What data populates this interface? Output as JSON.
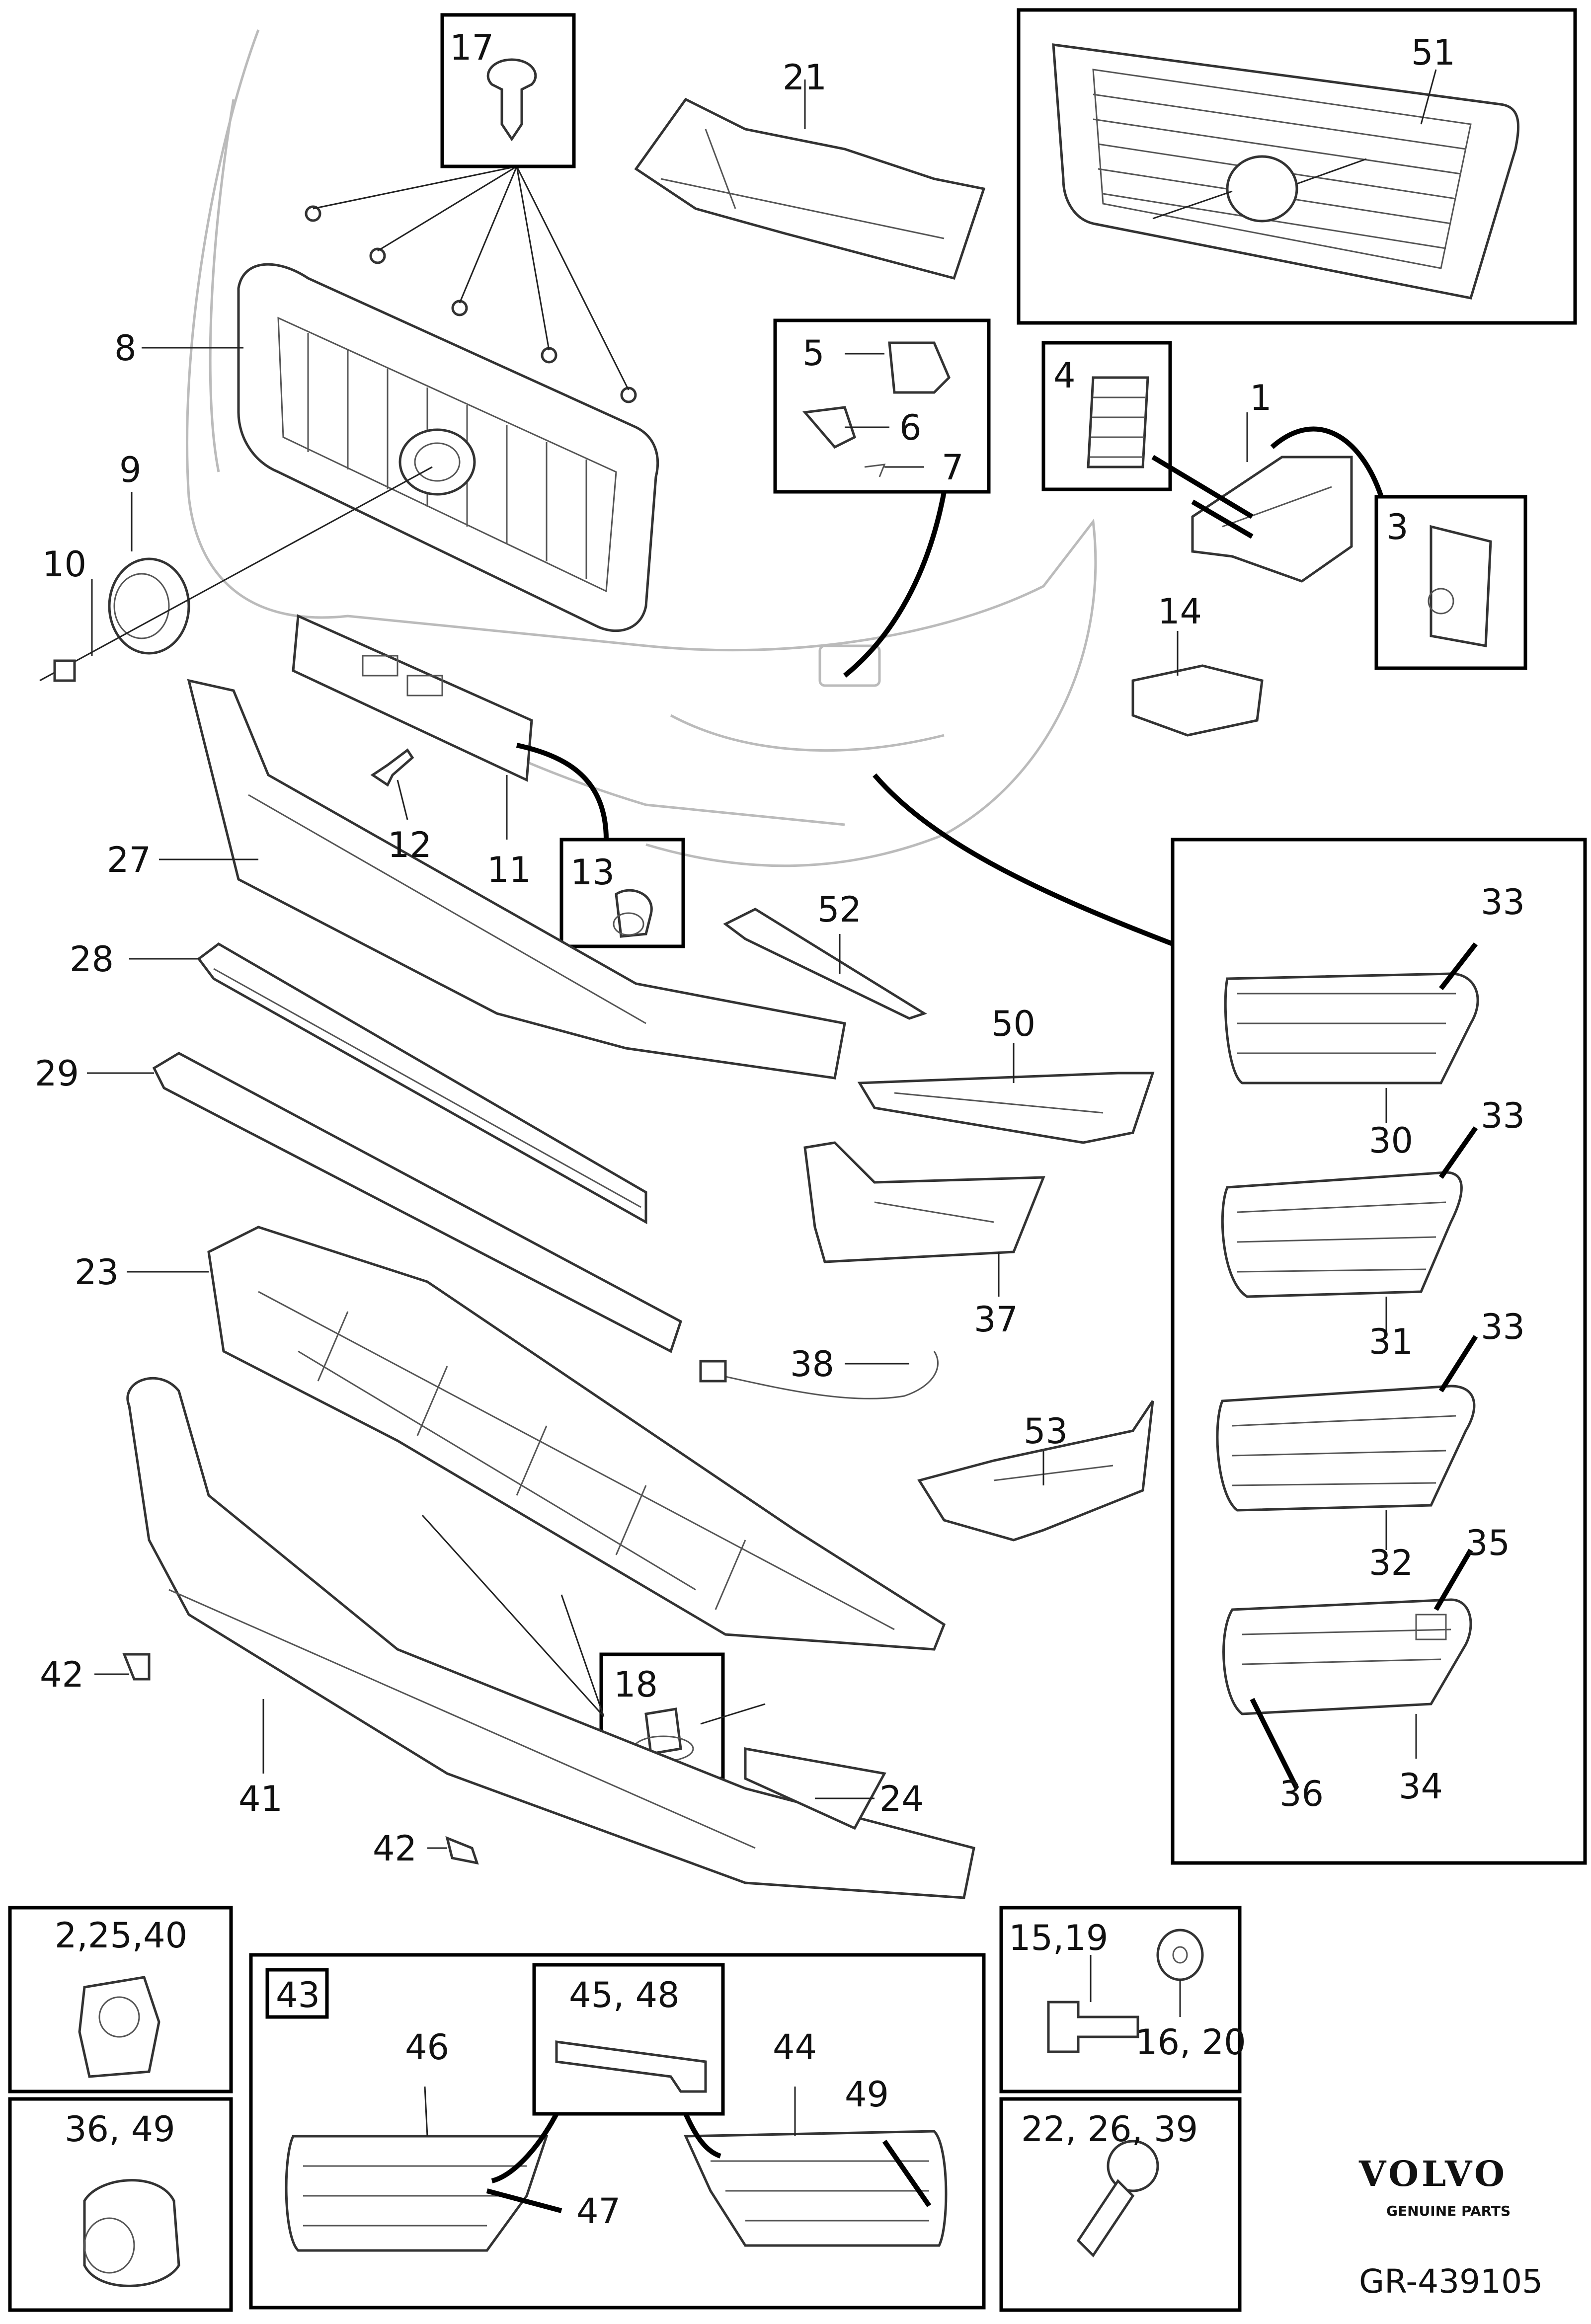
{
  "callouts": {
    "c1": "1",
    "c3": "3",
    "c4": "4",
    "c5": "5",
    "c6": "6",
    "c7": "7",
    "c8": "8",
    "c9": "9",
    "c10": "10",
    "c11": "11",
    "c12": "12",
    "c13": "13",
    "c14": "14",
    "c17": "17",
    "c18": "18",
    "c21": "21",
    "c23": "23",
    "c24": "24",
    "c27": "27",
    "c28": "28",
    "c29": "29",
    "c30": "30",
    "c31": "31",
    "c32": "32",
    "c33a": "33",
    "c33b": "33",
    "c33c": "33",
    "c34": "34",
    "c35": "35",
    "c36": "36",
    "c37": "37",
    "c38": "38",
    "c41": "41",
    "c42a": "42",
    "c42b": "42",
    "c43": "43",
    "c44": "44",
    "c46": "46",
    "c47": "47",
    "c49": "49",
    "c50": "50",
    "c51": "51",
    "c52": "52",
    "c53": "53",
    "g2_25_40": "2,25,40",
    "g36_49": "36, 49",
    "g45_48": "45, 48",
    "g15_19": "15,19",
    "g16_20": "16, 20",
    "g22_26_39": "22, 26, 39"
  },
  "brand": {
    "name": "VOLVO",
    "tagline": "GENUINE PARTS"
  },
  "figure_code": "GR-439105",
  "colors": {
    "outline": "#333333",
    "ghost": "#bbbbbb",
    "background": "#ffffff"
  }
}
